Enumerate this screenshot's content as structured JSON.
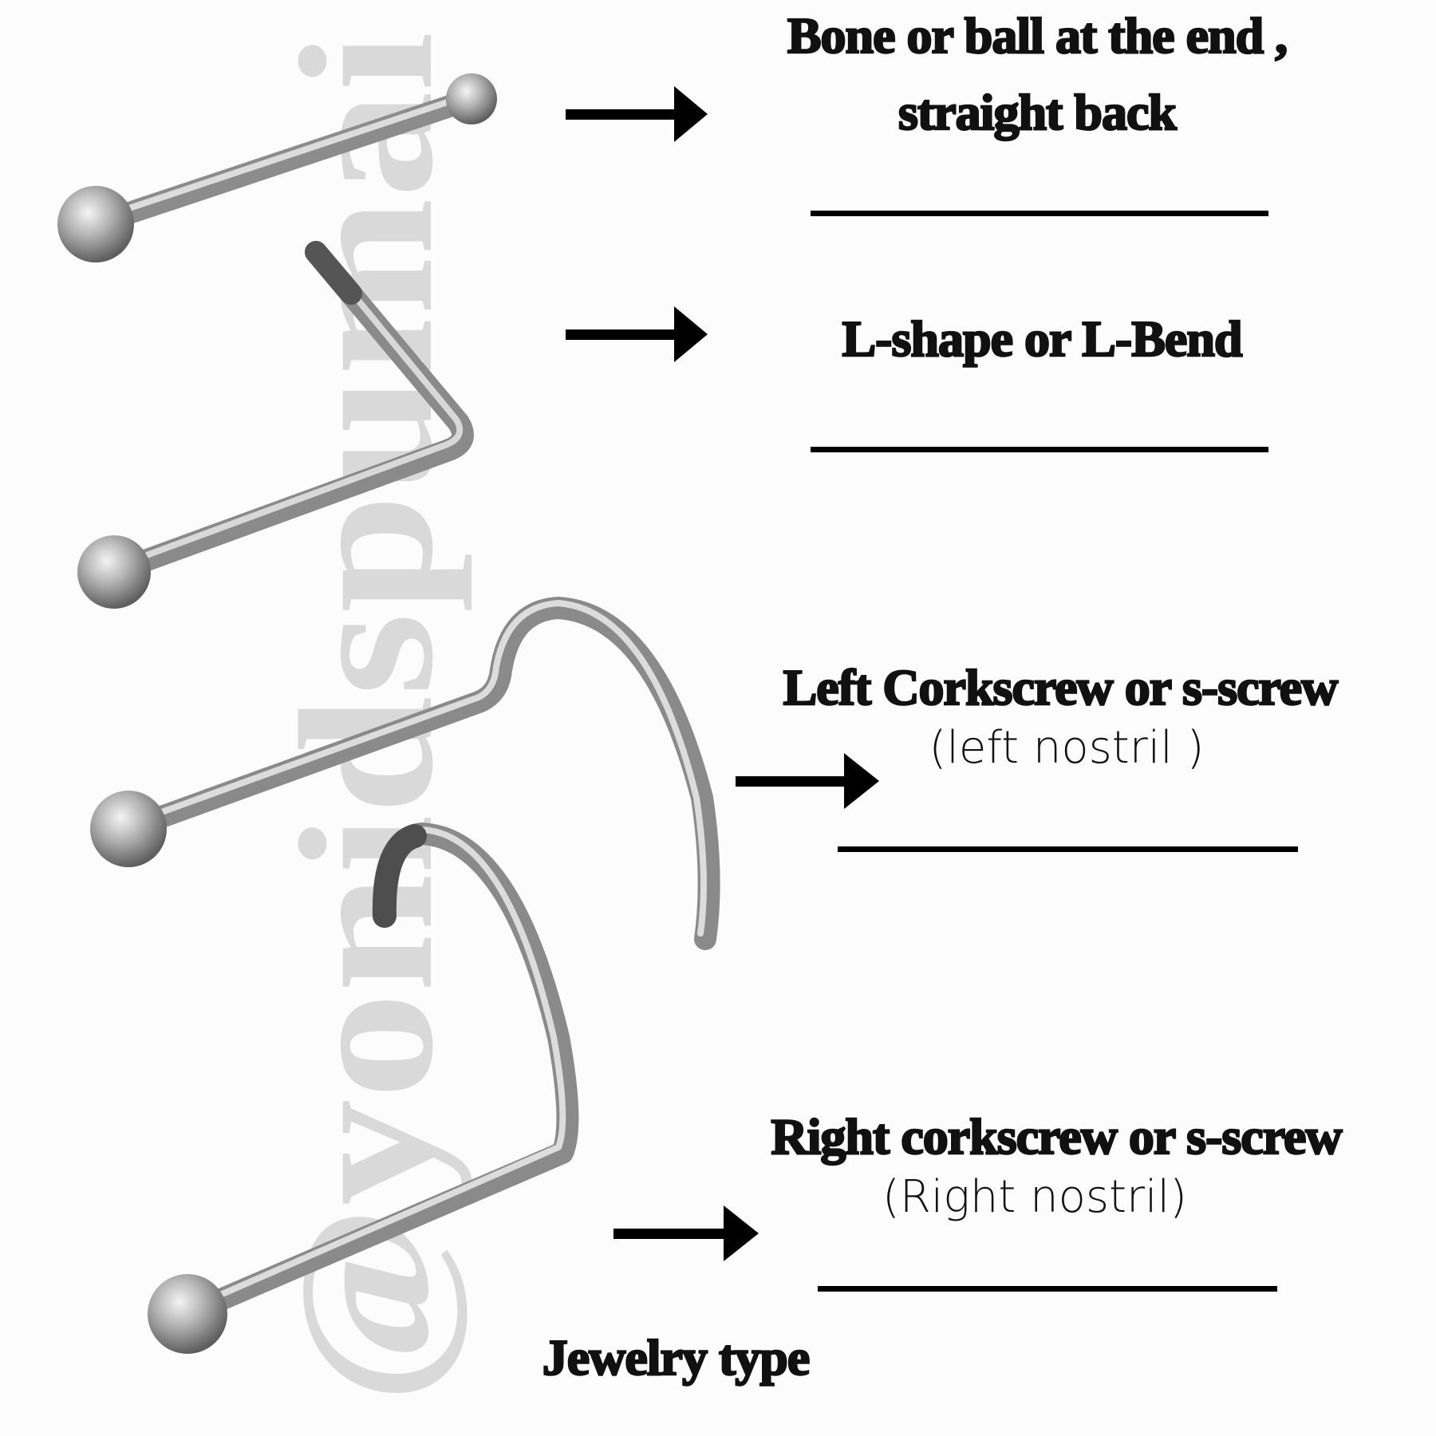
{
  "watermark": "@yonidspumai",
  "items": [
    {
      "title_line1": "Bone or ball at the end ,",
      "title_line2": "straight back",
      "icon": "nose-bone-stud"
    },
    {
      "title": "L-shape or L-Bend",
      "icon": "l-bend-stud"
    },
    {
      "title": "Left Corkscrew or s-screw",
      "subtitle": "(left nostril )",
      "icon": "left-corkscrew-stud"
    },
    {
      "title": "Right corkscrew or s-screw",
      "subtitle": "(Right nostril)",
      "icon": "right-corkscrew-stud"
    }
  ],
  "caption": "Jewelry type",
  "colors": {
    "text": "#111111",
    "metal": "#9c9c9c",
    "watermark": "#d9d9d9"
  }
}
